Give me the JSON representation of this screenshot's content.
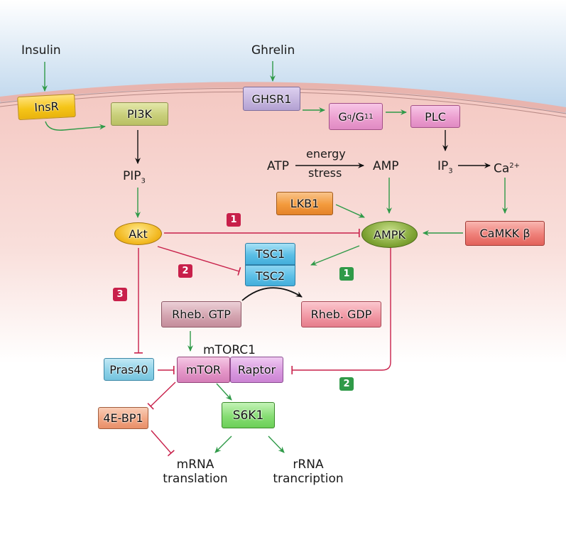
{
  "labels": {
    "insulin": "Insulin",
    "ghrelin": "Ghrelin",
    "pip3": "PIP",
    "pip3_sub": "3",
    "atp": "ATP",
    "energy": "energy",
    "stress": "stress",
    "amp": "AMP",
    "ip3": "IP",
    "ip3_sub": "3",
    "ca": "Ca",
    "ca_sup": "2+",
    "mtorc1": "mTORC1",
    "mrna_1": "mRNA",
    "mrna_2": "translation",
    "rrna_1": "rRNA",
    "rrna_2": "trancription"
  },
  "nodes": {
    "insr": {
      "label": "InsR",
      "color": "#f5c518"
    },
    "pi3k": {
      "label": "PI3K",
      "color": "#c9cf7a"
    },
    "ghsr1": {
      "label": "GHSR1",
      "color": "#c6b6df"
    },
    "gq": {
      "label": "G",
      "sub1": "q",
      "mid": "/G",
      "sub2": "11",
      "color": "#ec9fd0"
    },
    "plc": {
      "label": "PLC",
      "color": "#ec9fd0"
    },
    "lkb1": {
      "label": "LKB1",
      "color": "#f39a3c"
    },
    "akt": {
      "label": "Akt",
      "color": "#f2b820"
    },
    "ampk": {
      "label": "AMPK",
      "color": "#7da232"
    },
    "camkk": {
      "label": "CaMKK β",
      "color": "#ef8079"
    },
    "tsc1": {
      "label": "TSC1",
      "color": "#5bbfe6"
    },
    "tsc2": {
      "label": "TSC2",
      "color": "#5bbfe6"
    },
    "rheb_gtp": {
      "label": "Rheb. GTP",
      "color": "#d4a5b1"
    },
    "rheb_gdp": {
      "label": "Rheb. GDP",
      "color": "#f29aa6"
    },
    "pras40": {
      "label": "Pras40",
      "color": "#8ed2e8"
    },
    "mtor": {
      "label": "mTOR",
      "color": "#e497c8"
    },
    "raptor": {
      "label": "Raptor",
      "color": "#d99ae0"
    },
    "fourebp1": {
      "label": "4E-BP1",
      "color": "#f2a683"
    },
    "s6k1": {
      "label": "S6K1",
      "color": "#86dd73"
    }
  },
  "badges": {
    "red1": "1",
    "red2": "2",
    "red3": "3",
    "green1": "1",
    "green2": "2"
  },
  "colors": {
    "activation": "#2f9a48",
    "inhibition": "#c8204a",
    "neutral": "#111111",
    "extracellular": "#a9cbe8",
    "intracellular": "#f5cdc7"
  }
}
